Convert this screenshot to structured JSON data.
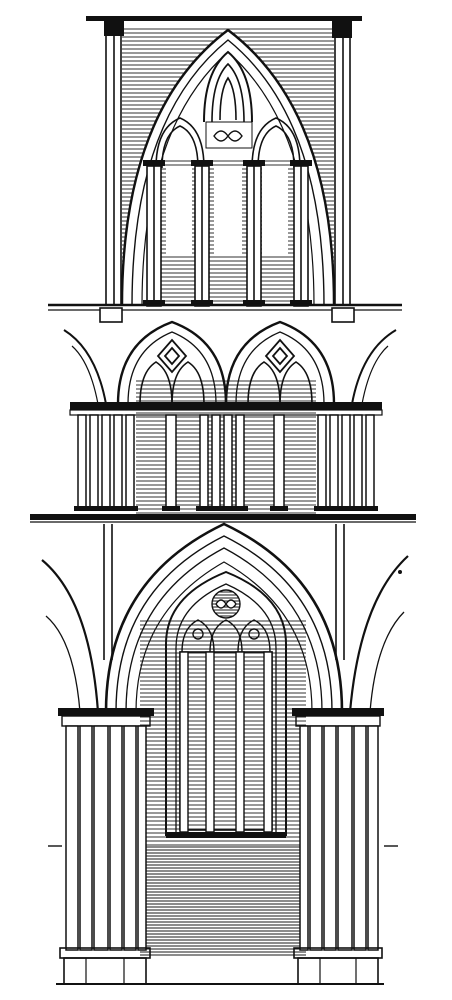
{
  "figure": {
    "subject": "gothic-cathedral-bay-elevation",
    "levels": [
      "clerestory",
      "triforium",
      "arcade"
    ],
    "colors": {
      "ink": "#111111",
      "paper": "#ffffff",
      "hatch": "#1a1a1a"
    }
  }
}
